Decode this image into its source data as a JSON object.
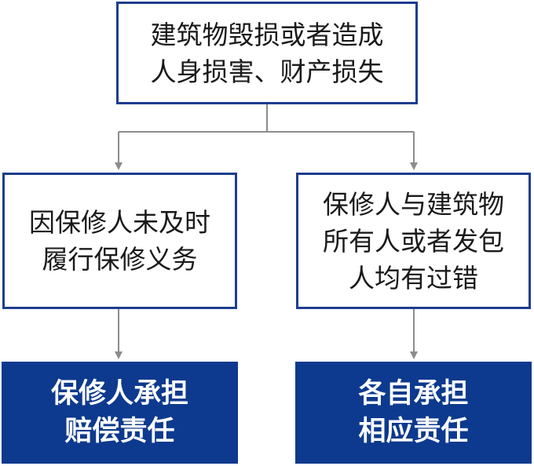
{
  "diagram": {
    "top": {
      "lines": [
        "建筑物毁损或者造成",
        "人身损害、财产损失"
      ]
    },
    "left_condition": {
      "lines": [
        "因保修人未及时",
        "履行保修义务"
      ]
    },
    "right_condition": {
      "lines": [
        "保修人与建筑物",
        "所有人或者发包",
        "人均有过错"
      ]
    },
    "left_result": {
      "lines": [
        "保修人承担",
        "赔偿责任"
      ]
    },
    "right_result": {
      "lines": [
        "各自承担",
        "相应责任"
      ]
    }
  },
  "colors": {
    "border_blue": "#1e3d8f",
    "fill_blue": "#0d3a8e",
    "connector_gray": "#8c8c8c",
    "text_dark": "#1a1a1a",
    "text_light": "#ffffff"
  }
}
